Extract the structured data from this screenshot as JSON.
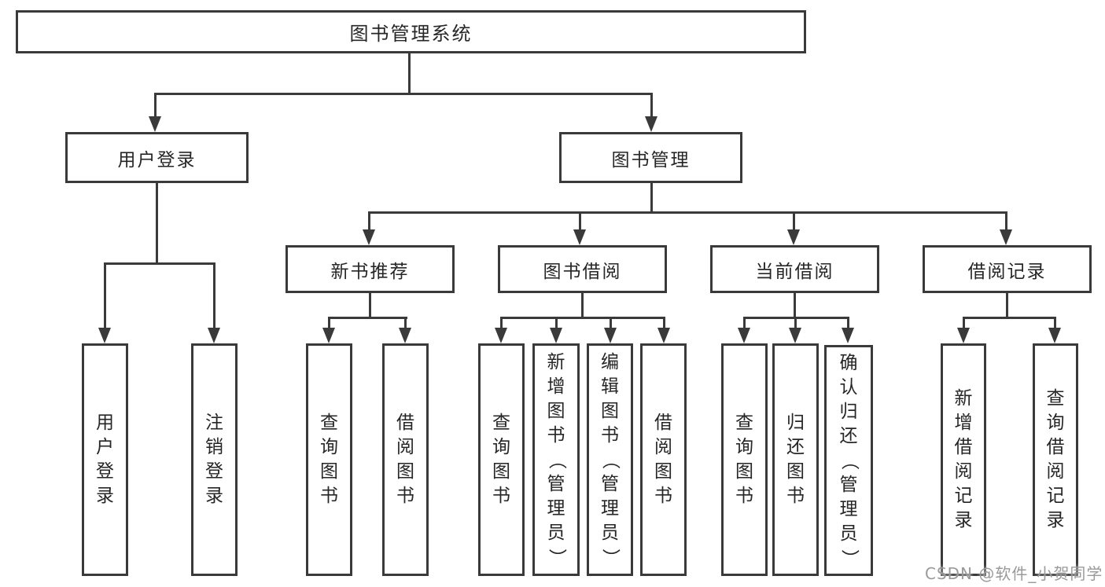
{
  "title": "图书管理系统",
  "level2": {
    "user_login": "用户登录",
    "book_mgmt": "图书管理"
  },
  "level3": {
    "new_books": "新书推荐",
    "borrowing": "图书借阅",
    "current": "当前借阅",
    "records": "借阅记录"
  },
  "leaves": {
    "user_login": "用户登录",
    "logout": "注销登录",
    "nb_query": "查询图书",
    "nb_borrow": "借阅图书",
    "bb_query": "查询图书",
    "bb_add": "新增图书（管理员）",
    "bb_edit": "编辑图书（管理员）",
    "bb_borrow": "借阅图书",
    "cb_query": "查询图书",
    "cb_return": "归还图书",
    "cb_confirm": "确认归还（管理员）",
    "br_add": "新增借阅记录",
    "br_query": "查询借阅记录"
  },
  "watermark": "CSDN @软件_小贺同学",
  "colors": {
    "line": "#3a3a3a",
    "text": "#262626",
    "background": "#ffffff",
    "watermark": "#9a9a9a"
  }
}
